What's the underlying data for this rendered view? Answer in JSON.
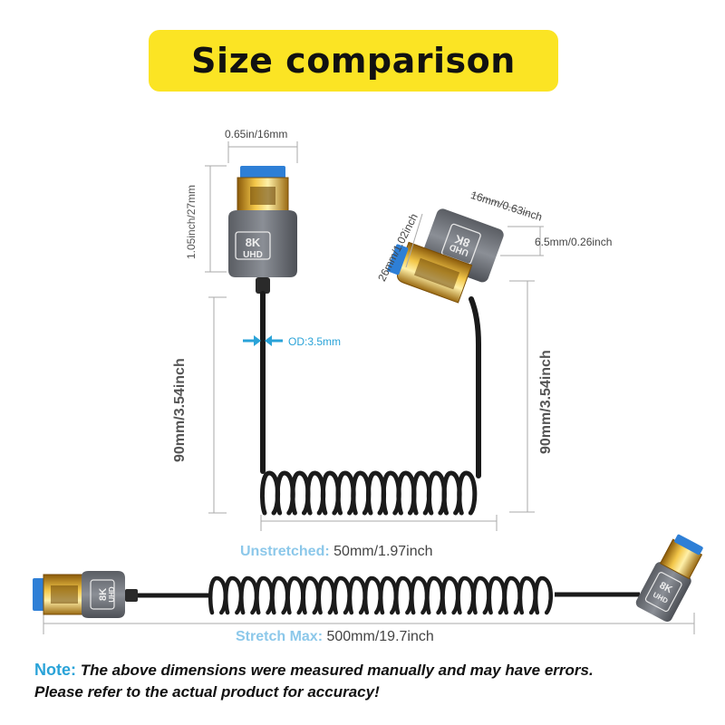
{
  "title": "Size comparison",
  "dimensions": {
    "plug_width": "0.65in/16mm",
    "plug_height": "1.05inch/27mm",
    "od": "OD:3.5mm",
    "left_cable_length": "90mm/3.54inch",
    "right_cable_length": "90mm/3.54inch",
    "angled_width": "16mm/0.63inch",
    "angled_length": "26mm/1.02inch",
    "angled_thickness": "6.5mm/0.26inch",
    "unstretched_label": "Unstretched:",
    "unstretched_value": "50mm/1.97inch",
    "stretch_label": "Stretch Max:",
    "stretch_value": "500mm/19.7inch"
  },
  "badges": {
    "line1": "8K",
    "line2": "UHD"
  },
  "note": {
    "label": "Note:",
    "text1": "The above dimensions were measured manually and may have errors.",
    "text2": "Please refer to the actual product for accuracy!"
  },
  "colors": {
    "banner": "#fbe424",
    "accent_label": "#8cc8ea",
    "note_label": "#2aa3d8"
  }
}
